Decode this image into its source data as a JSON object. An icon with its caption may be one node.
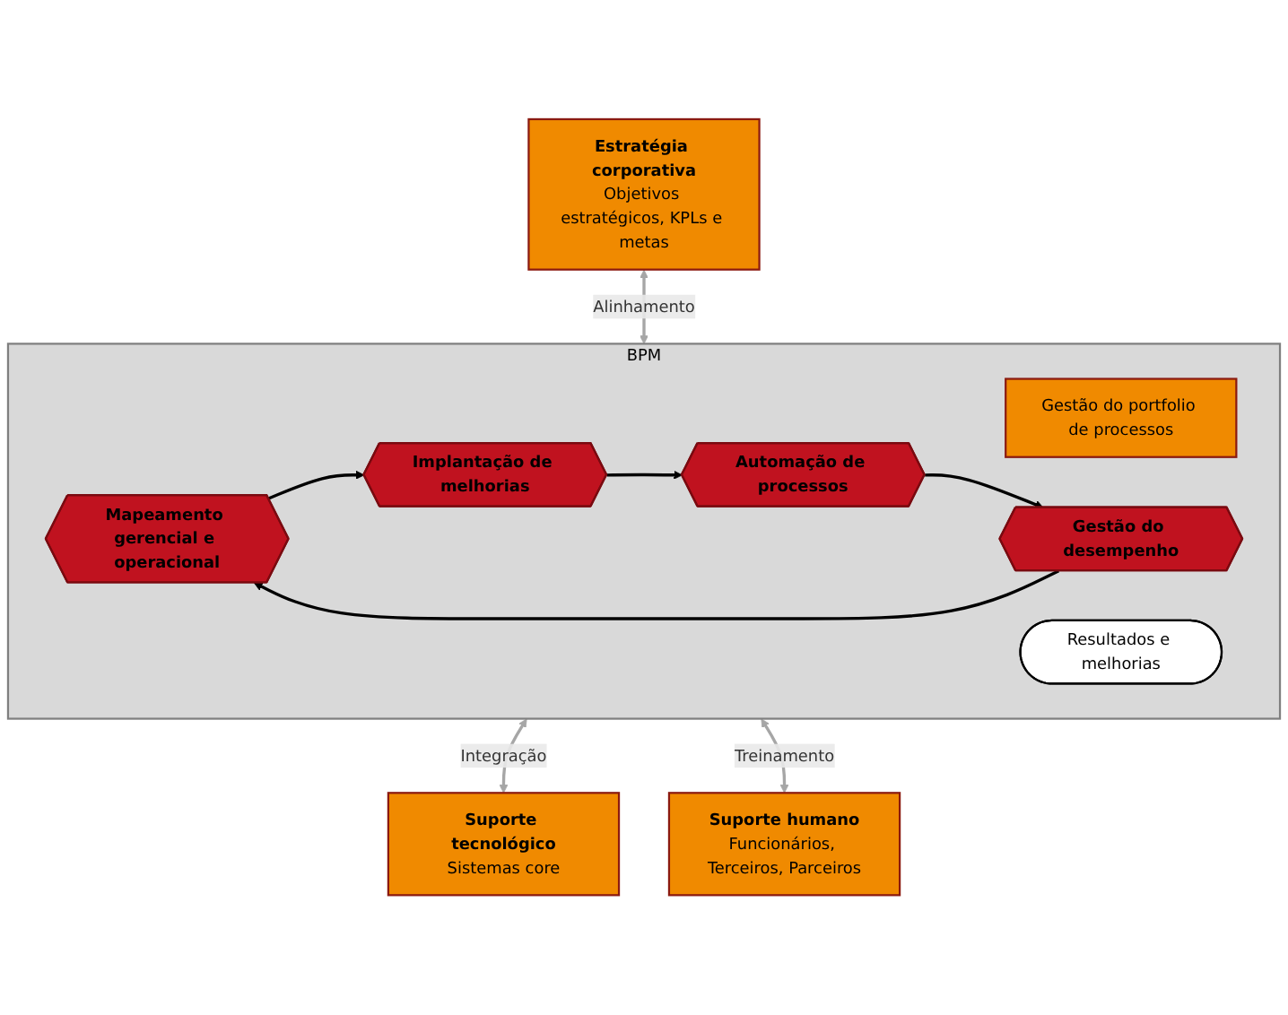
{
  "diagram": {
    "nodes": [
      {
        "text": [
          "Estratégia corporativa",
          "Objetivos estratégicos, KPLs e metas"
        ]
      },
      {
        "text": [
          "BPM"
        ]
      },
      {
        "text": [
          "Gestão do portfolio de processos"
        ],
        "in": 1
      },
      {
        "text": [
          "Mapeamento gerencial e operacional"
        ],
        "in": 1
      },
      {
        "text": [
          "Implantação de melhorias"
        ],
        "in": 1
      },
      {
        "text": [
          "Automação de processos"
        ],
        "in": 1
      },
      {
        "text": [
          "Gestão do desempenho"
        ],
        "in": 1
      },
      {
        "text": [
          "Resultados e melhorias"
        ],
        "in": 1
      },
      {
        "text": [
          "Suporte tecnológico",
          "Sistemas core"
        ]
      },
      {
        "text": [
          "Suporte humano",
          "Funcionários, Terceiros, Parceiros"
        ]
      }
    ],
    "edges": [
      {
        "from": 0,
        "to": 1,
        "arrow": "both",
        "label": "Alinhamento",
        "color": "#a6a6a6"
      },
      {
        "from": 3,
        "to": 4,
        "arrow": "to"
      },
      {
        "from": 4,
        "to": 5,
        "arrow": "to"
      },
      {
        "from": 5,
        "to": 6,
        "arrow": "to"
      },
      {
        "from": 6,
        "to": 3,
        "arrow": "to"
      },
      {
        "from": 1,
        "to": 8,
        "arrow": "both",
        "label": "Integração",
        "color": "#a6a6a6"
      },
      {
        "from": 1,
        "to": 9,
        "arrow": "both",
        "label": "Treinamento",
        "color": "#a6a6a6"
      }
    ]
  }
}
